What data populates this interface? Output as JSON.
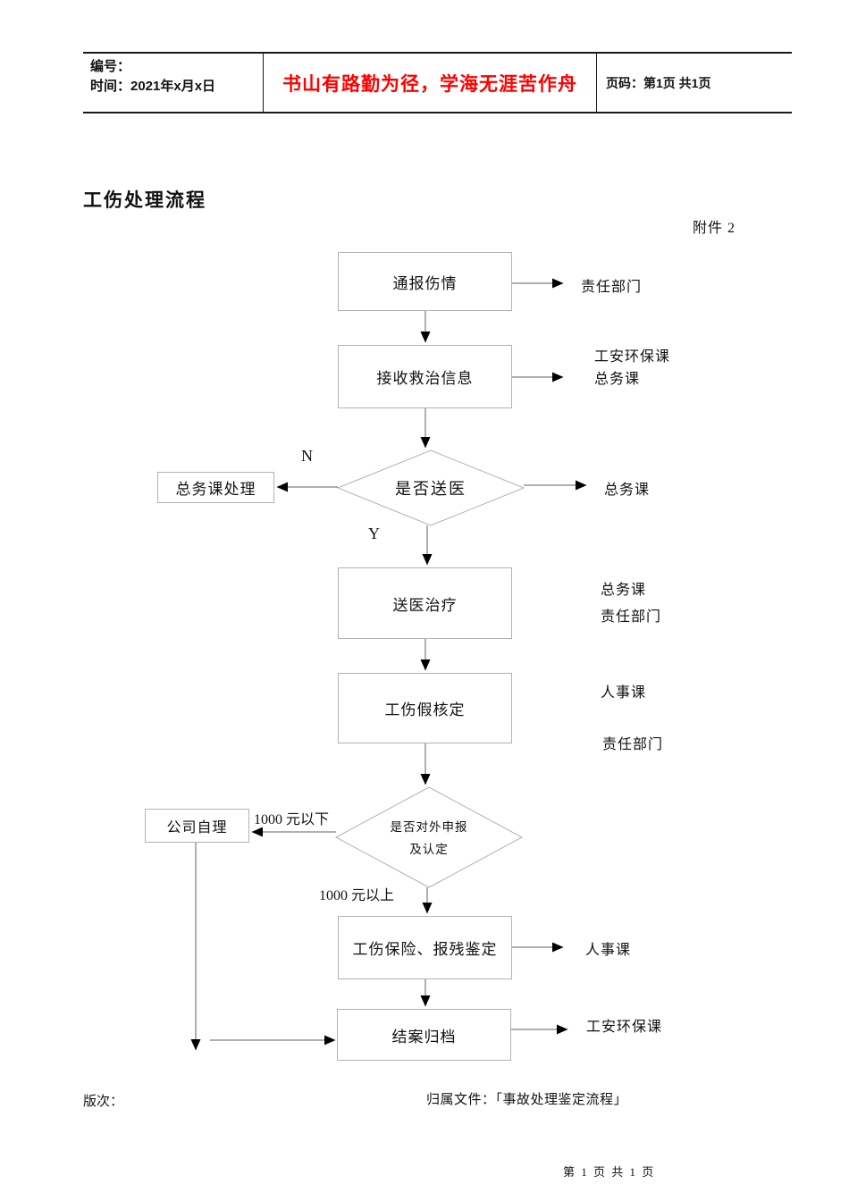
{
  "header": {
    "code_line": "编号：",
    "date_line": "时间：2021年x月x日",
    "motto": "书山有路勤为径，学海无涯苦作舟",
    "page_info": "页码：第1页 共1页"
  },
  "doc": {
    "title": "工伤处理流程",
    "attachment": "附件 2",
    "version_label": "版次：",
    "owner_file": "归属文件：「事故处理鉴定流程」",
    "page_footer": "第 1 页 共 1 页"
  },
  "flow": {
    "step_report": "通报伤情",
    "step_receive": "接收救治信息",
    "decision_hospital": "是否送医",
    "hospital_no_target": "总务课处理",
    "label_n": "N",
    "label_y": "Y",
    "step_treat": "送医治疗",
    "step_leave": "工伤假核定",
    "decision_claim_line1": "是否对外申报",
    "decision_claim_line2": "及认定",
    "claim_no_target": "公司自理",
    "label_below_1000": "1000 元以下",
    "label_above_1000": "1000 元以上",
    "step_insurance": "工伤保险、报残鉴定",
    "step_close": "结案归档",
    "resp_report": "责任部门",
    "resp_receive": [
      "工安环保课",
      "总务课"
    ],
    "resp_hospital": "总务课",
    "resp_treat": [
      "总务课",
      "责任部门"
    ],
    "resp_leave": [
      "人事课",
      "责任部门"
    ],
    "resp_insurance": "人事课",
    "resp_close": "工安环保课"
  },
  "colors": {
    "motto_red": "#ff0000",
    "box_border": "#b2b2b2",
    "connector": "#5f5f5f",
    "arrowhead": "#000000"
  }
}
